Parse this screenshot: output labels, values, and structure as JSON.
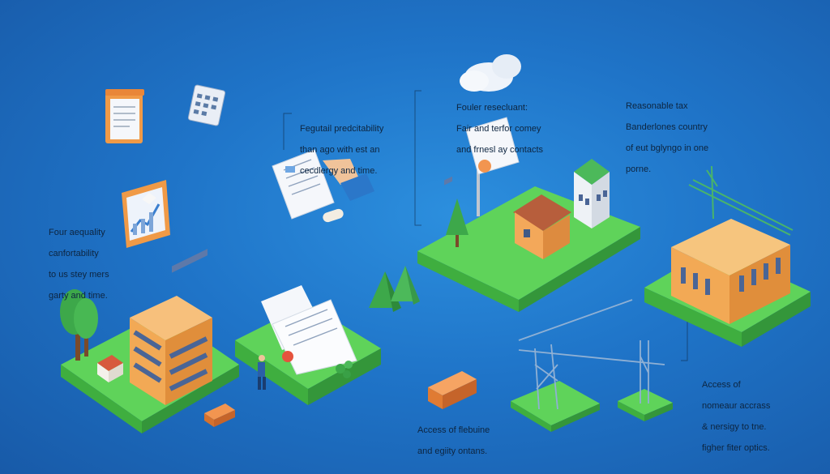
{
  "labels": {
    "regulation": [
      "Fegutail predcitability",
      "than ago with est an",
      "cecdlergy and time."
    ],
    "equality": [
      "Four aequality",
      "canfortability",
      "to us stey mers",
      "garty and time."
    ],
    "revenue": [
      "Fouler resecluant:",
      "Fair and terfor comey",
      "and frnesl ay contacts"
    ],
    "tax": [
      "Reasonable tax",
      "Banderlones country",
      "of eut bglyngo in one",
      "porne."
    ],
    "access_left": [
      "Access of flebuine",
      "and egiity ontans."
    ],
    "access_right": [
      "Access of",
      "nomeaur accrass",
      "& nersigy to tne.",
      "figher fiter optics."
    ]
  },
  "colors": {
    "background": "#1f74c8",
    "platform_green": "#5fd35a",
    "building_orange": "#f2a955",
    "text": "#0d2540"
  },
  "icons": [
    "document-icon",
    "calendar-icon",
    "growth-chart-icon",
    "cloud-icon",
    "contract-icon",
    "crane-icon",
    "tree-icon",
    "truck-icon",
    "house-icon",
    "person-icon"
  ]
}
